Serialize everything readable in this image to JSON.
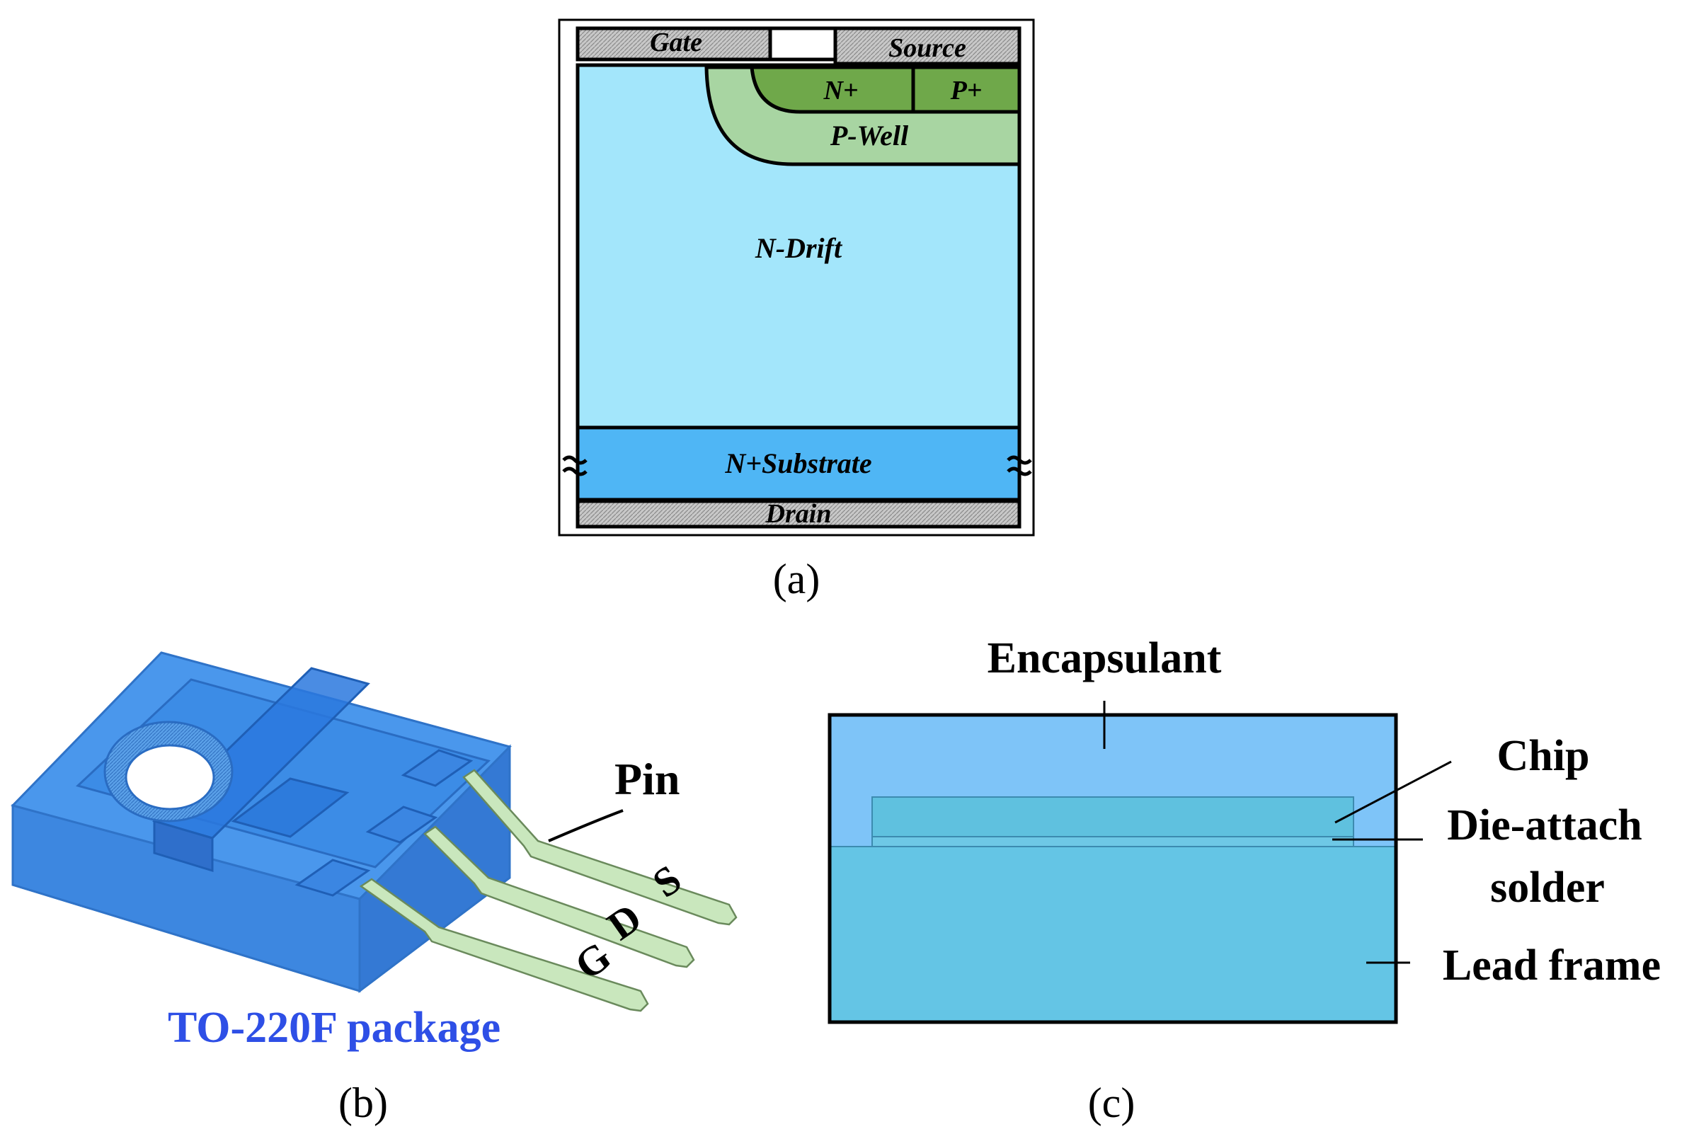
{
  "panel_a": {
    "caption": "(a)",
    "labels": {
      "gate": "Gate",
      "source": "Source",
      "n_plus": "N+",
      "p_plus": "P+",
      "p_well": "P-Well",
      "n_drift": "N-Drift",
      "n_substrate": "N+Substrate",
      "drain": "Drain"
    },
    "colors": {
      "metal_hatch": "#bdbdbd",
      "n_plus_p_plus": "#6fa84a",
      "p_well": "#a8d5a2",
      "n_drift": "#a3e6fb",
      "n_substrate": "#4fb6f5",
      "outline": "#000000"
    }
  },
  "panel_b": {
    "caption": "(b)",
    "package_label": "TO-220F package",
    "pin_label": "Pin",
    "pin_letters": [
      "G",
      "D",
      "S"
    ],
    "colors": {
      "package_blue": "#3d8fe8",
      "pin_green": "#c9e7bd",
      "label_blue": "#2e4fe6"
    }
  },
  "panel_c": {
    "caption": "(c)",
    "labels": {
      "encapsulant": "Encapsulant",
      "chip": "Chip",
      "die_attach_1": "Die-attach",
      "die_attach_2": "solder",
      "lead_frame": "Lead frame"
    },
    "colors": {
      "encapsulant": "#7ec4f8",
      "chip": "#5fc1df",
      "lead_frame": "#64c5e5"
    }
  }
}
